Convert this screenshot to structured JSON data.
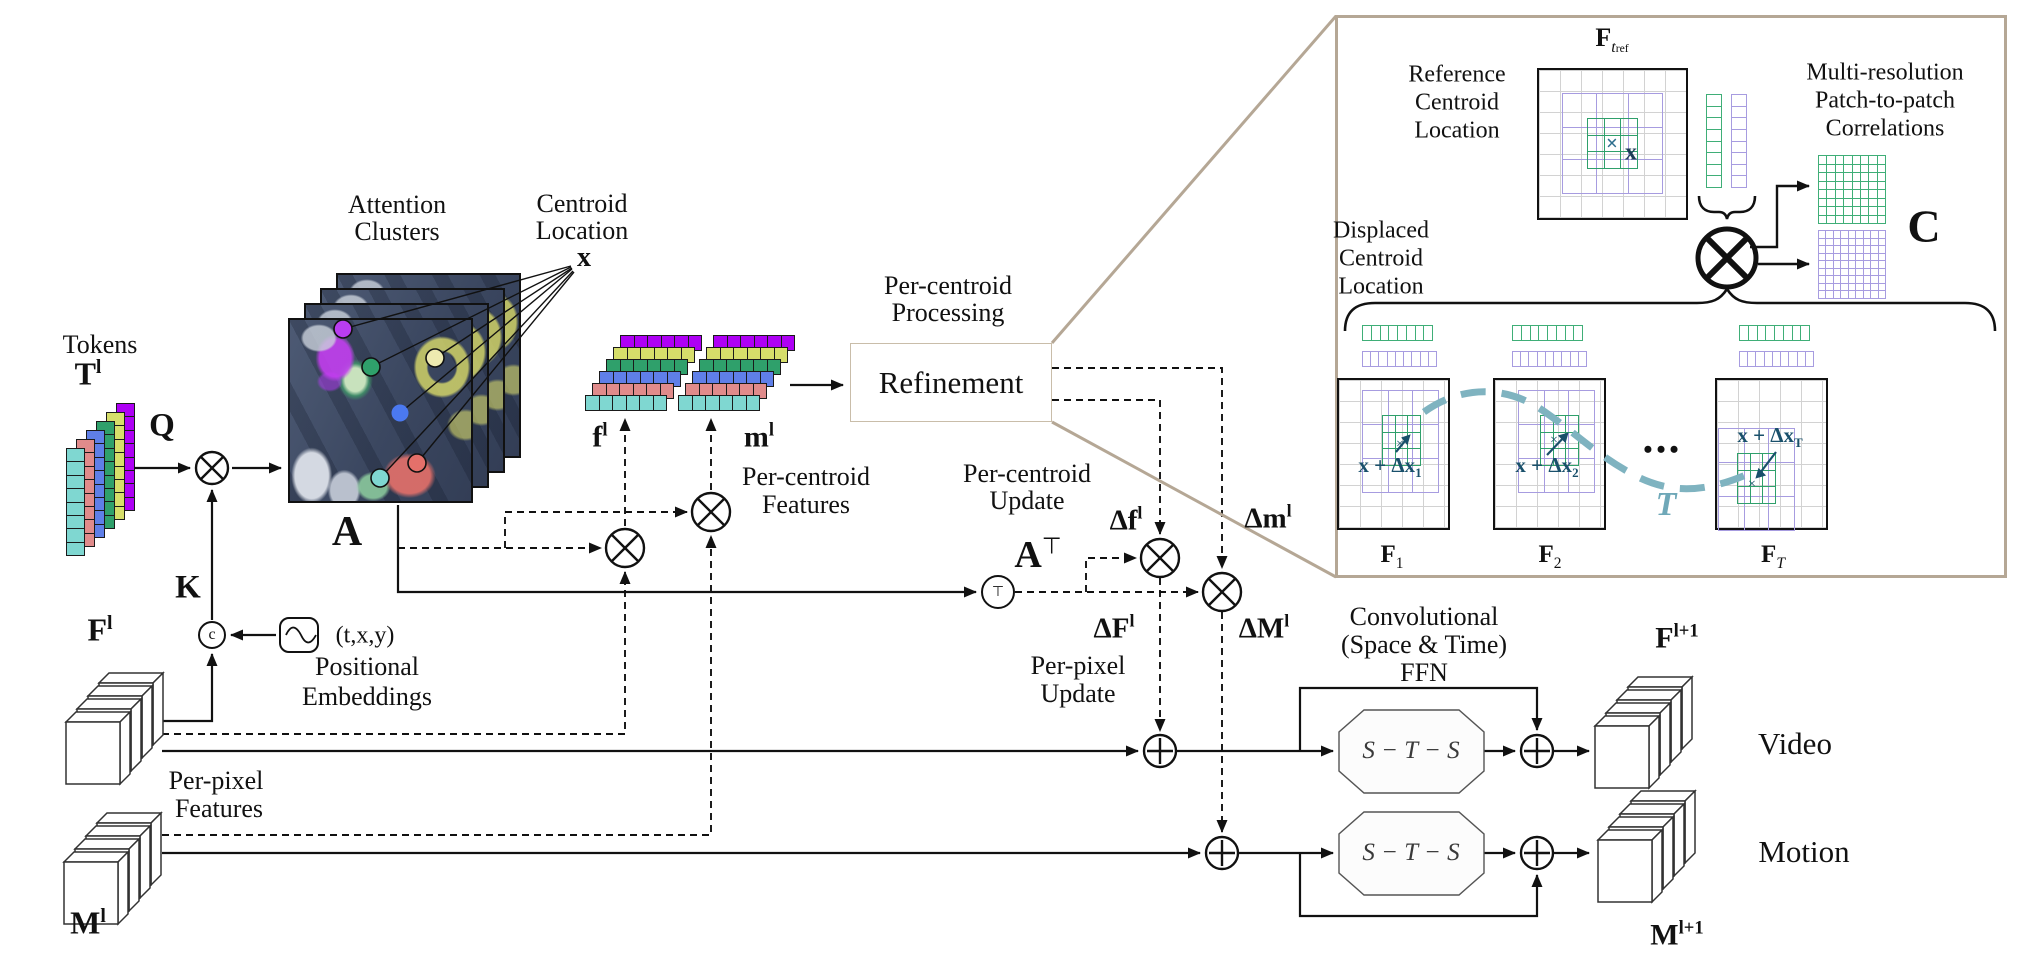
{
  "palette": {
    "token_colors": [
      "#7fd7d1",
      "#e08b8b",
      "#5f7fe8",
      "#2fa06b",
      "#d6de6a",
      "#ae00f5"
    ],
    "accent_tan": "#b5a795",
    "grid_green": "#3fae77",
    "grid_purple": "#a79ce0",
    "traj_teal": "#7fb3c0",
    "dark_teal": "#19506b"
  },
  "left": {
    "tokens_label": "Tokens",
    "t_base": "T",
    "sup_l": "l",
    "q": "Q",
    "k": "K",
    "concat": "c",
    "pos_tuple": "(t,x,y)",
    "positional": [
      "Positional",
      "Embeddings"
    ],
    "f_base": "F",
    "m_base": "M",
    "per_pixel_features": [
      "Per-pixel",
      "Features"
    ]
  },
  "attention": {
    "title": [
      "Attention",
      "Clusters"
    ],
    "centroid": [
      "Centroid",
      "Location"
    ],
    "x": "x",
    "a": "A"
  },
  "features": {
    "f_base": "f",
    "m_base": "m",
    "sup_l": "l",
    "label": [
      "Per-centroid",
      "Features"
    ]
  },
  "refinement": {
    "processing": [
      "Per-centroid",
      "Processing"
    ],
    "title": "Refinement"
  },
  "update": {
    "per_centroid": [
      "Per-centroid",
      "Update"
    ],
    "a_base": "A",
    "transpose": "⊤",
    "df": "Δf",
    "dm": "Δm",
    "dF": "ΔF",
    "dM": "ΔM",
    "sup_l": "l",
    "per_pixel": [
      "Per-pixel",
      "Update"
    ]
  },
  "ffn": {
    "label": [
      "Convolutional",
      "(Space & Time)",
      "FFN"
    ],
    "sts": "S − T − S",
    "video": "Video",
    "motion": "Motion",
    "f_base": "F",
    "m_base": "M",
    "sup_next": "l+1"
  },
  "inset": {
    "fref": {
      "base": "F",
      "sub": "t",
      "subsub": "ref"
    },
    "reference": [
      "Reference",
      "Centroid",
      "Location"
    ],
    "multires": [
      "Multi-resolution",
      "Patch-to-patch",
      "Correlations"
    ],
    "c": "C",
    "displaced": [
      "Displaced",
      "Centroid",
      "Location"
    ],
    "x_marker": "x",
    "x_cross": "×",
    "dots": "•••",
    "traj": "T",
    "frames": [
      {
        "f": "F",
        "sub": "1",
        "delta": "x + Δx",
        "dsub": "1"
      },
      {
        "f": "F",
        "sub": "2",
        "delta": "x + Δx",
        "dsub": "2"
      },
      {
        "f": "F",
        "sub": "T",
        "delta": "x + Δx",
        "dsub": "T"
      }
    ]
  }
}
